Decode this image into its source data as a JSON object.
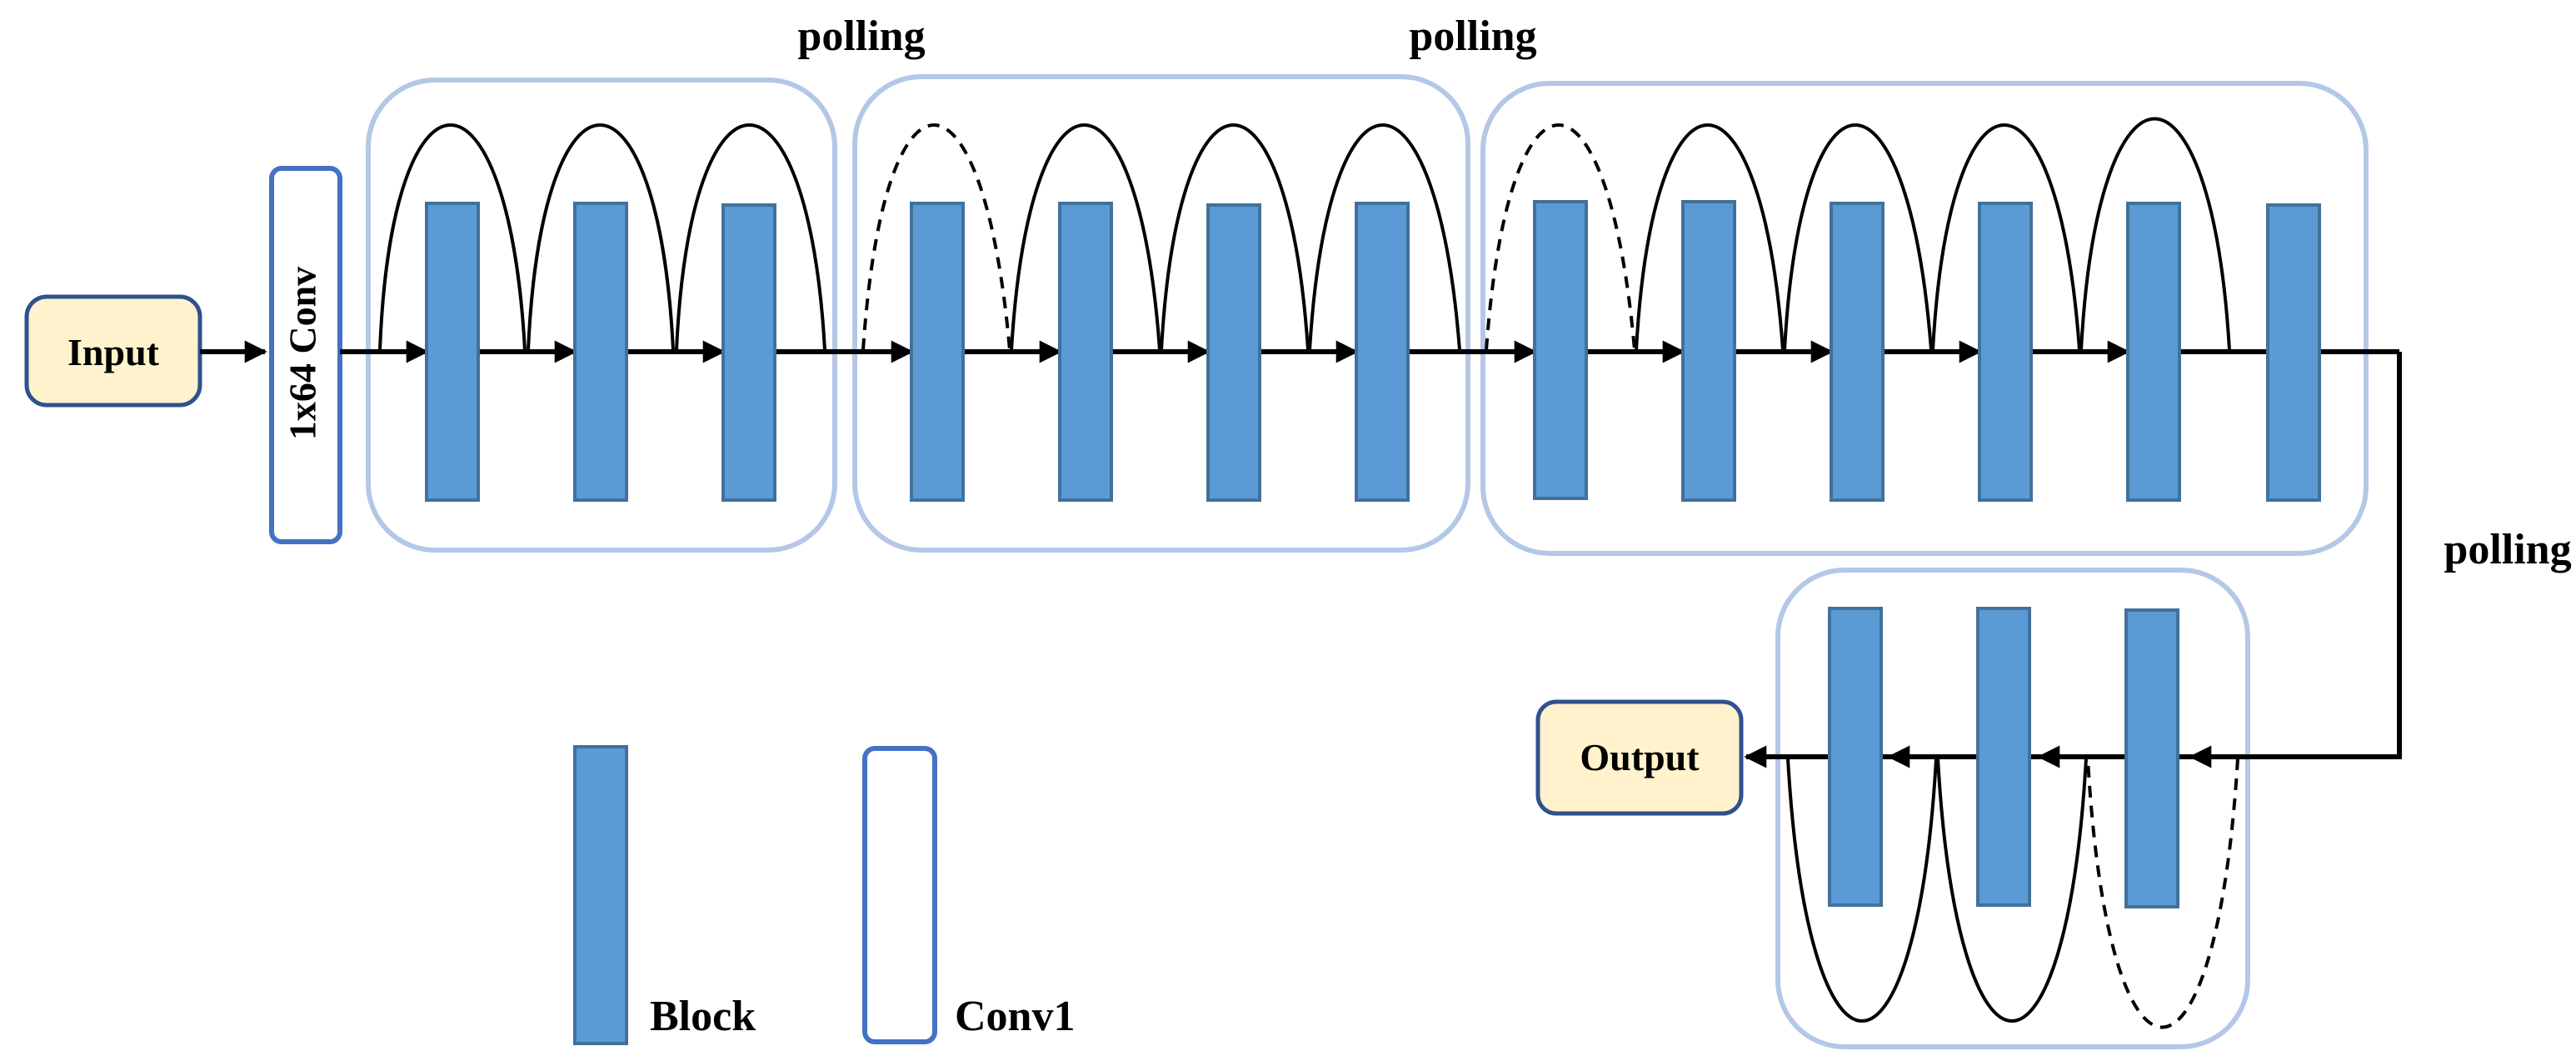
{
  "labels": {
    "input": "Input",
    "conv": "1x64 Conv",
    "output": "Output",
    "polling_1": "polling",
    "polling_2": "polling",
    "polling_3": "polling"
  },
  "legend": {
    "block": "Block",
    "conv1": "Conv1"
  },
  "colors": {
    "block_fill": "#5b9bd5",
    "block_stroke": "#41719c",
    "stage_outline": "#b4c7e7",
    "conv_outline": "#4472c4",
    "io_fill": "#fff2cc",
    "io_stroke": "#2f528f"
  },
  "stages": [
    {
      "blocks": 3,
      "skip_styles": [
        "solid",
        "solid",
        "solid"
      ]
    },
    {
      "blocks": 4,
      "skip_styles": [
        "dashed",
        "solid",
        "solid",
        "solid"
      ]
    },
    {
      "blocks": 6,
      "skip_styles": [
        "dashed",
        "solid",
        "solid",
        "solid",
        "solid"
      ]
    },
    {
      "blocks": 3,
      "skip_styles": [
        "dashed",
        "solid",
        "solid"
      ]
    }
  ]
}
